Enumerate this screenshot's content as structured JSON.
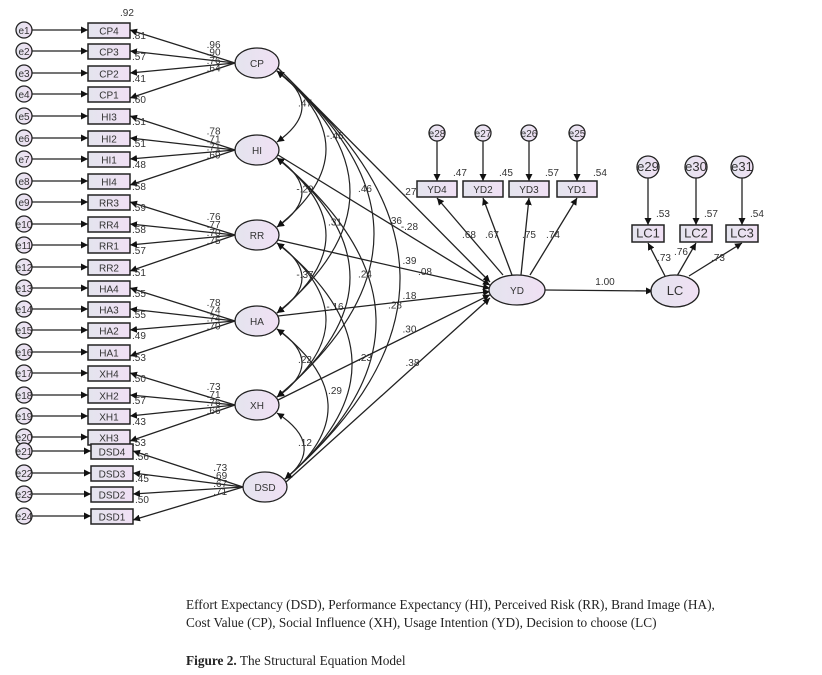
{
  "diagram": {
    "top_value": ".92",
    "latents": [
      {
        "id": "CP",
        "label": "CP",
        "indicators": [
          {
            "label": "CP4",
            "error": "e1",
            "loading": ".96",
            "r2": ".81"
          },
          {
            "label": "CP3",
            "error": "e2",
            "loading": ".90",
            "r2": ".57"
          },
          {
            "label": "CP2",
            "error": "e3",
            "loading": ".76",
            "r2": ".41"
          },
          {
            "label": "CP1",
            "error": "e4",
            "loading": ".64",
            "r2": ".60"
          }
        ]
      },
      {
        "id": "HI",
        "label": "HI",
        "indicators": [
          {
            "label": "HI3",
            "error": "e5",
            "loading": ".78",
            "r2": ".51"
          },
          {
            "label": "HI2",
            "error": "e6",
            "loading": ".71",
            "r2": ".51"
          },
          {
            "label": "HI1",
            "error": "e7",
            "loading": ".71",
            "r2": ".48"
          },
          {
            "label": "HI4",
            "error": "e8",
            "loading": ".69",
            "r2": ".58"
          }
        ]
      },
      {
        "id": "RR",
        "label": "RR",
        "indicators": [
          {
            "label": "RR3",
            "error": "e9",
            "loading": ".76",
            "r2": ".59"
          },
          {
            "label": "RR4",
            "error": "e10",
            "loading": ".77",
            "r2": ".58"
          },
          {
            "label": "RR1",
            "error": "e11",
            "loading": ".70",
            "r2": ".57"
          },
          {
            "label": "RR2",
            "error": "e12",
            "loading": ".75",
            "r2": ".51"
          }
        ]
      },
      {
        "id": "HA",
        "label": "HA",
        "indicators": [
          {
            "label": "HA4",
            "error": "e13",
            "loading": ".78",
            "r2": ".55"
          },
          {
            "label": "HA3",
            "error": "e14",
            "loading": ".74",
            "r2": ".55"
          },
          {
            "label": "HA2",
            "error": "e15",
            "loading": ".74",
            "r2": ".49"
          },
          {
            "label": "HA1",
            "error": "e16",
            "loading": ".70",
            "r2": ".53"
          }
        ]
      },
      {
        "id": "XH",
        "label": "XH",
        "indicators": [
          {
            "label": "XH4",
            "error": "e17",
            "loading": ".73",
            "r2": ".50"
          },
          {
            "label": "XH2",
            "error": "e18",
            "loading": ".71",
            "r2": ".57"
          },
          {
            "label": "XH1",
            "error": "e19",
            "loading": ".76",
            "r2": ".43"
          },
          {
            "label": "XH3",
            "error": "e20",
            "loading": ".66",
            "r2": ".53"
          }
        ]
      },
      {
        "id": "DSD",
        "label": "DSD",
        "indicators": [
          {
            "label": "DSD4",
            "error": "e21",
            "loading": ".73",
            "r2": ".56"
          },
          {
            "label": "DSD3",
            "error": "e22",
            "loading": ".69",
            "r2": ".45"
          },
          {
            "label": "DSD2",
            "error": "e23",
            "loading": ".67",
            "r2": ".50"
          },
          {
            "label": "DSD1",
            "error": "e24",
            "loading": ".71",
            "r2": ""
          }
        ]
      }
    ],
    "covariances": [
      {
        "from": "CP",
        "to": "HI",
        "value": ".47"
      },
      {
        "from": "CP",
        "to": "RR",
        "value": "-.45"
      },
      {
        "from": "CP",
        "to": "HA",
        "value": ".46"
      },
      {
        "from": "CP",
        "to": "XH",
        "value": ".36"
      },
      {
        "from": "CP",
        "to": "DSD",
        "value": ".08"
      },
      {
        "from": "HI",
        "to": "RR",
        "value": "-.29"
      },
      {
        "from": "HI",
        "to": "HA",
        "value": ".31"
      },
      {
        "from": "HI",
        "to": "XH",
        "value": ".24"
      },
      {
        "from": "HI",
        "to": "DSD",
        "value": ".28"
      },
      {
        "from": "RR",
        "to": "HA",
        "value": "-.37"
      },
      {
        "from": "RR",
        "to": "XH",
        "value": "-.16"
      },
      {
        "from": "RR",
        "to": "DSD",
        "value": ".23"
      },
      {
        "from": "HA",
        "to": "XH",
        "value": ".22"
      },
      {
        "from": "HA",
        "to": "DSD",
        "value": ".29"
      },
      {
        "from": "XH",
        "to": "DSD",
        "value": ".12"
      }
    ],
    "paths_to_yd": [
      {
        "from": "CP",
        "value": ".27"
      },
      {
        "from": "HI",
        "value": "-.28"
      },
      {
        "from": "RR",
        "value": ".39"
      },
      {
        "from": "HA",
        "value": ".18"
      },
      {
        "from": "XH",
        "value": ".30"
      },
      {
        "from": "DSD",
        "value": ".38"
      }
    ],
    "yd": {
      "label": "YD",
      "indicators": [
        {
          "label": "YD4",
          "error": "e28",
          "loading": ".68",
          "r2": ".47"
        },
        {
          "label": "YD2",
          "error": "e27",
          "loading": ".67",
          "r2": ".45"
        },
        {
          "label": "YD3",
          "error": "e26",
          "loading": ".75",
          "r2": ".57"
        },
        {
          "label": "YD1",
          "error": "e25",
          "loading": ".74",
          "r2": ".54"
        }
      ]
    },
    "yd_to_lc": "1.00",
    "lc": {
      "label": "LC",
      "indicators": [
        {
          "label": "LC1",
          "error": "e29",
          "loading": ".73",
          "r2": ".53"
        },
        {
          "label": "LC2",
          "error": "e30",
          "loading": ".76",
          "r2": ".57"
        },
        {
          "label": "LC3",
          "error": "e31",
          "loading": ".73",
          "r2": ".54"
        }
      ]
    },
    "colors": {
      "fill": "#ece4f4",
      "stroke": "#222222"
    }
  },
  "caption": {
    "line1": "Effort Expectancy (DSD), Performance Expectancy (HI), Perceived Risk (RR), Brand Image (HA),",
    "line2": "Cost Value (CP), Social Influence (XH), Usage Intention (YD), Decision to choose (LC)",
    "figure_label": "Figure 2.",
    "figure_title": " The Structural Equation Model"
  }
}
